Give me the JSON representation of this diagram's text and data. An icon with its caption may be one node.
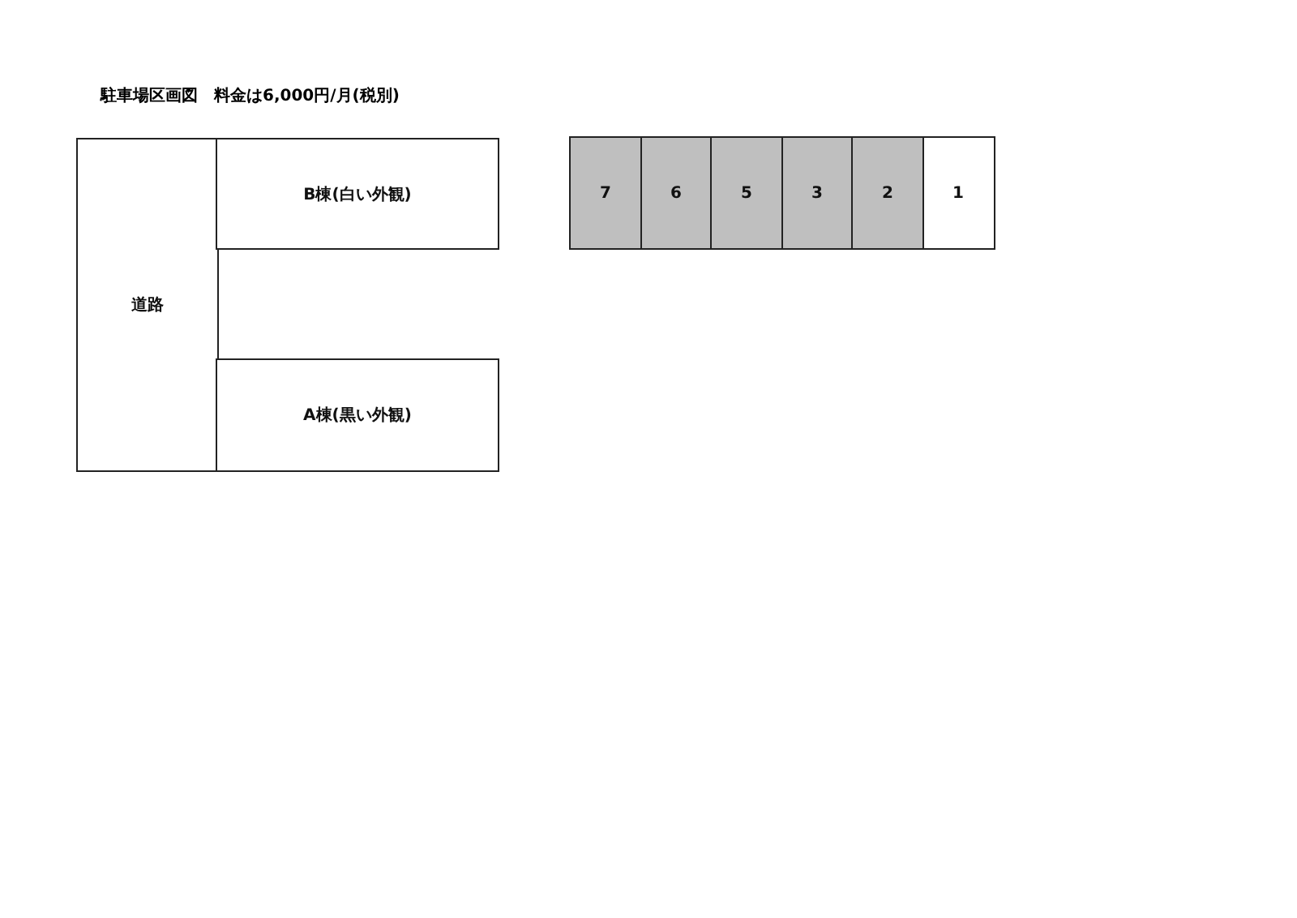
{
  "diagram": {
    "title": "駐車場区画図　料金は6,000円/月(税別)",
    "nodes": [
      {
        "text": [
          "道路"
        ]
      },
      {
        "text": [
          "B棟(白い外観)"
        ]
      },
      {
        "text": [
          "A棟(黒い外観)"
        ]
      },
      {
        "text": [
          "7"
        ]
      },
      {
        "text": [
          "6"
        ]
      },
      {
        "text": [
          "5"
        ]
      },
      {
        "text": [
          "3"
        ]
      },
      {
        "text": [
          "2"
        ]
      },
      {
        "text": [
          "1"
        ]
      }
    ]
  }
}
